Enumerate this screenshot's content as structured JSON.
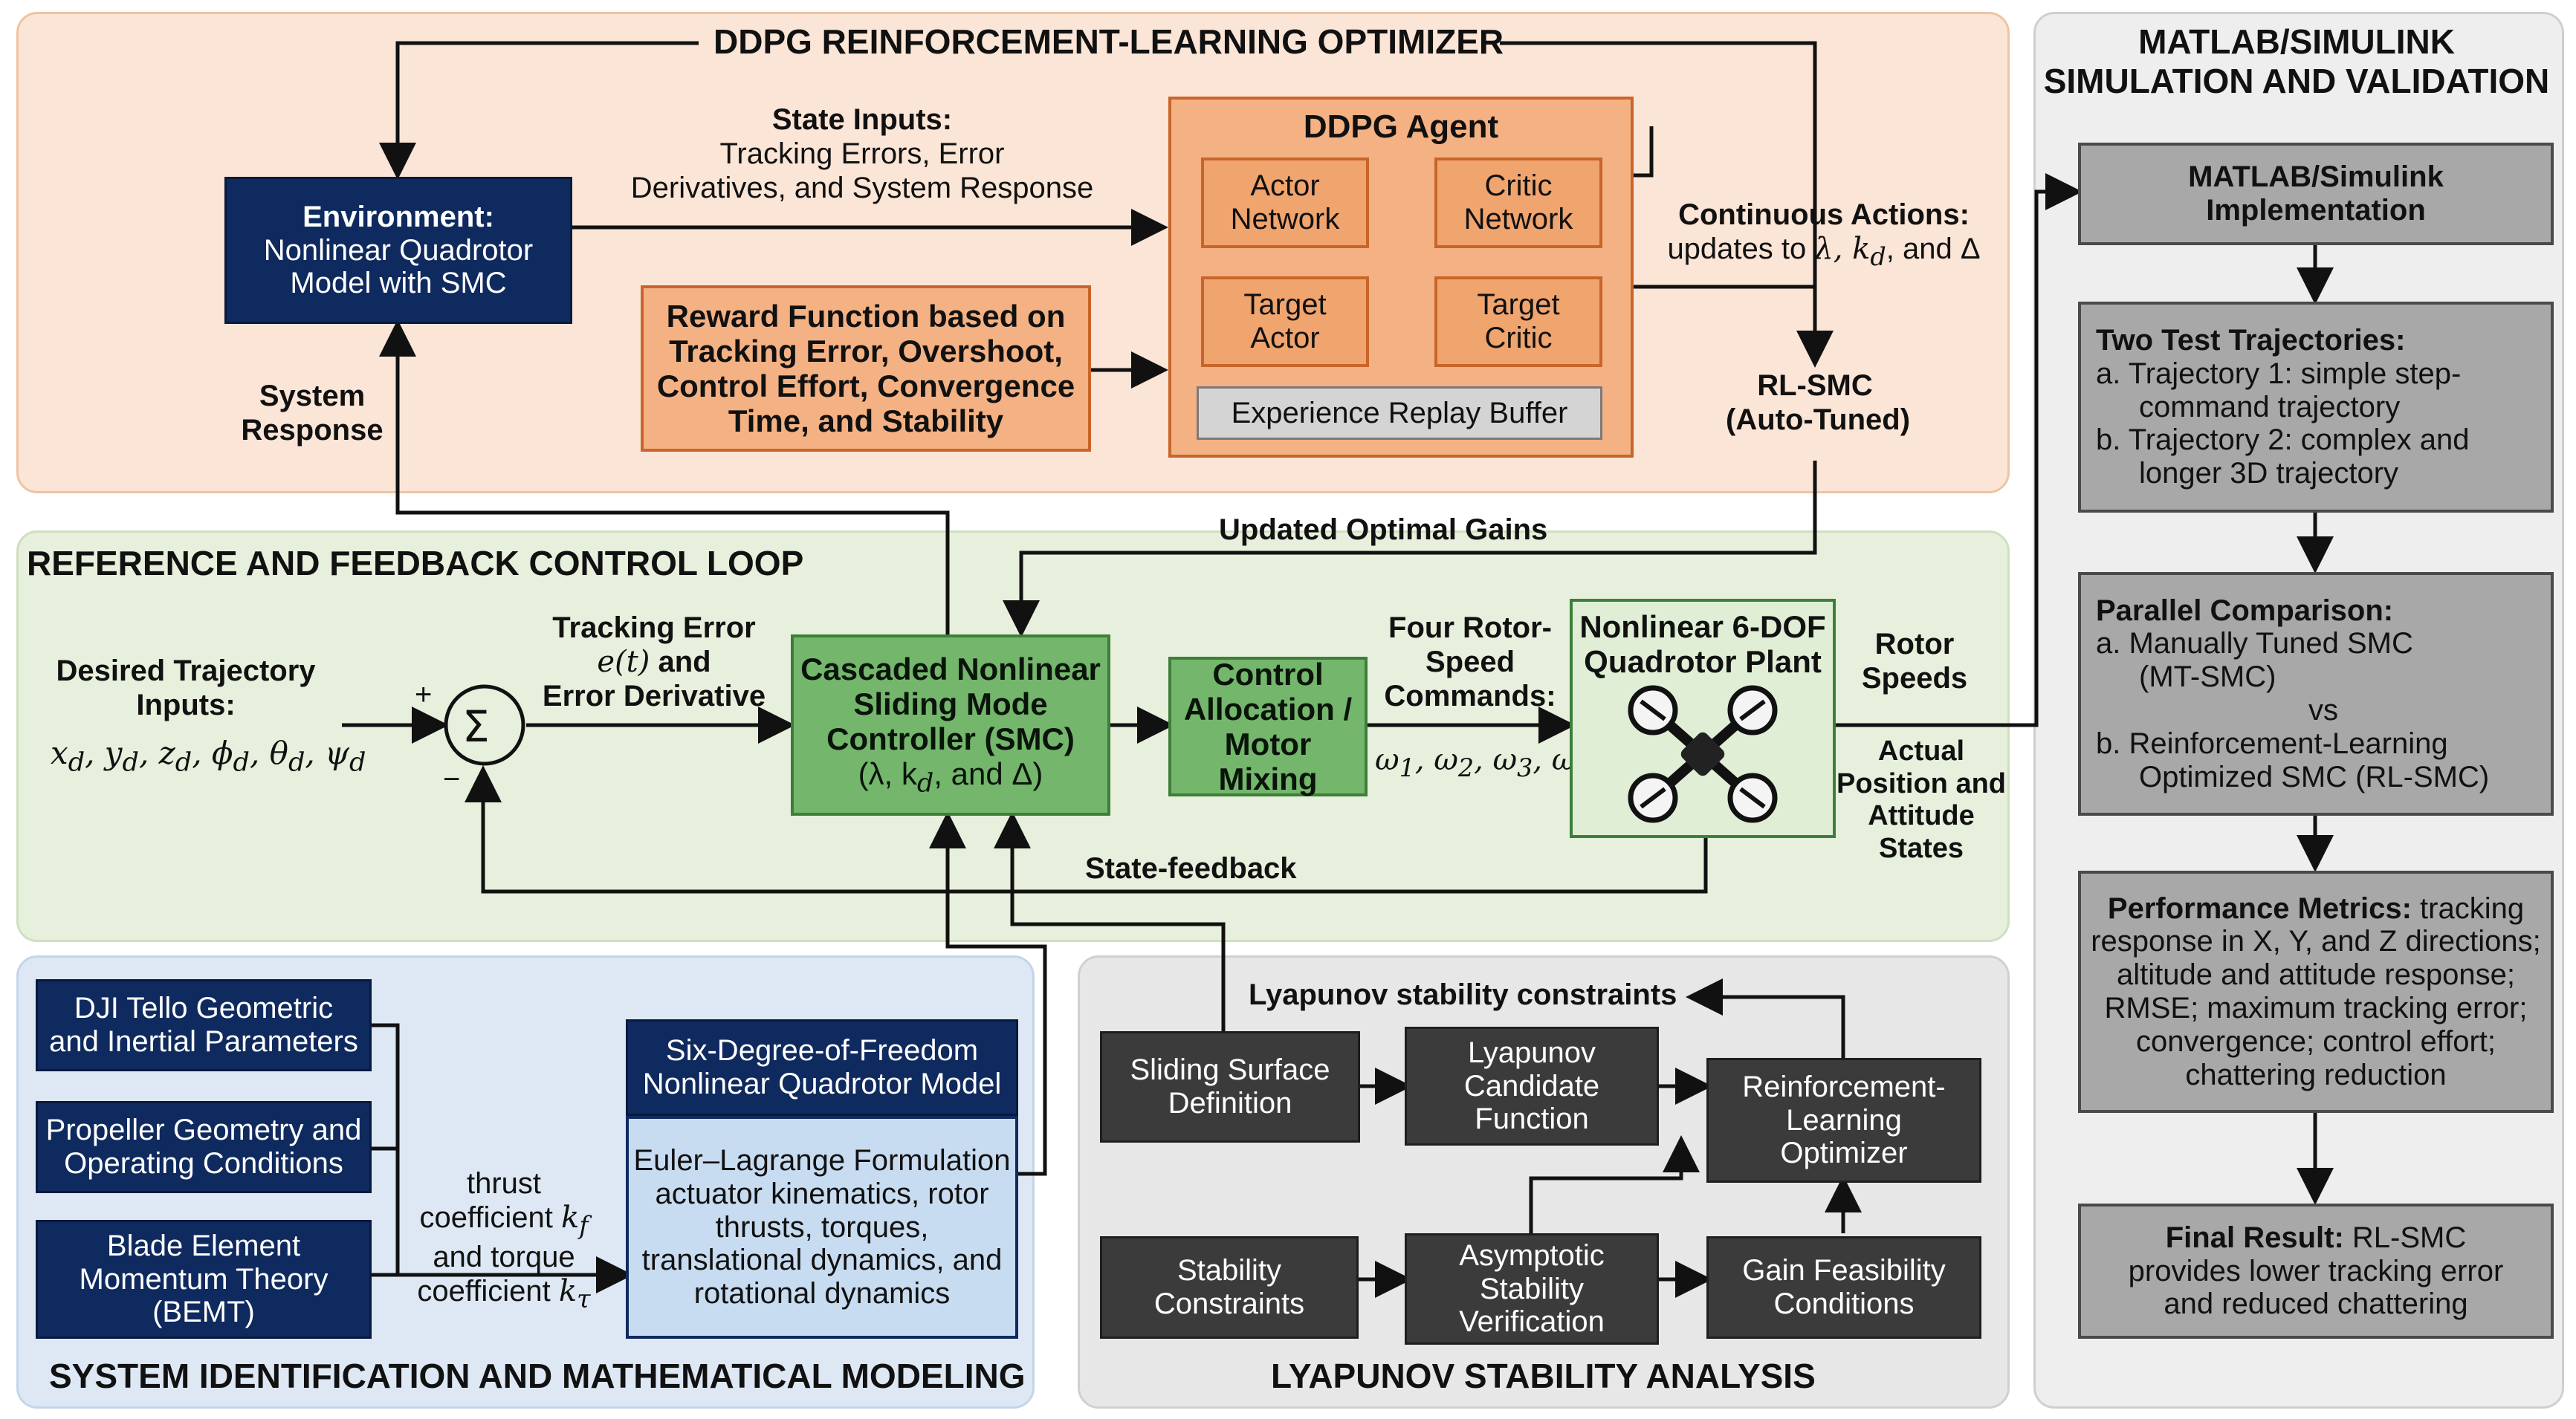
{
  "panels": {
    "ddpg_title": "DDPG REINFORCEMENT-LEARNING OPTIMIZER",
    "control_loop_title": "REFERENCE AND FEEDBACK CONTROL LOOP",
    "sysid_title": "SYSTEM IDENTIFICATION AND MATHEMATICAL MODELING",
    "lyapunov_title": "LYAPUNOV STABILITY ANALYSIS",
    "matlab_title_1": "MATLAB/SIMULINK",
    "matlab_title_2": "SIMULATION AND VALIDATION"
  },
  "ddpg": {
    "environment": {
      "l1": "Environment:",
      "l2": "Nonlinear Quadrotor",
      "l3": "Model with SMC"
    },
    "state_inputs": {
      "l1": "State Inputs:",
      "l2": "Tracking Errors, Error",
      "l3": "Derivatives, and System Response"
    },
    "reward": {
      "l1": "Reward Function based on",
      "l2": "Tracking Error, Overshoot,",
      "l3": "Control Effort, Convergence",
      "l4": "Time, and Stability"
    },
    "agent_title": "DDPG Agent",
    "actor": {
      "l1": "Actor",
      "l2": "Network"
    },
    "critic": {
      "l1": "Critic",
      "l2": "Network"
    },
    "target_actor": {
      "l1": "Target",
      "l2": "Actor"
    },
    "target_critic": {
      "l1": "Target",
      "l2": "Critic"
    },
    "replay": "Experience Replay Buffer",
    "system_response": {
      "l1": "System",
      "l2": "Response"
    },
    "continuous": {
      "l1": "Continuous Actions:",
      "l2": "updates to",
      "l2math": "λ, k",
      "l2sub": "d",
      "l2end": ", and Δ"
    },
    "rlsmc": {
      "l1": "RL-SMC",
      "l2": "(Auto-Tuned)"
    }
  },
  "loop": {
    "updated_gains": "Updated Optimal Gains",
    "desired": {
      "l1": "Desired Trajectory",
      "l2": "Inputs:"
    },
    "sum_symbol": "Σ",
    "plus": "+",
    "minus": "−",
    "tracking_error": {
      "l1": "Tracking Error",
      "l2math": "e(t)",
      "l2": " and",
      "l3": "Error Derivative"
    },
    "smc": {
      "l1": "Cascaded Nonlinear",
      "l2": "Sliding Mode",
      "l3": "Controller (SMC)",
      "l4": "(λ, k",
      "l4sub": "d",
      "l4end": ", and Δ)"
    },
    "allocation": {
      "l1": "Control",
      "l2": "Allocation /",
      "l3": "Motor Mixing"
    },
    "rotor_cmd": {
      "l1": "Four Rotor-",
      "l2": "Speed",
      "l3": "Commands:"
    },
    "plant": {
      "l1": "Nonlinear 6-DOF",
      "l2": "Quadrotor Plant"
    },
    "rotor_speeds": {
      "l1": "Rotor",
      "l2": "Speeds"
    },
    "actual": {
      "l1": "Actual",
      "l2": "Position and",
      "l3": "Attitude",
      "l4": "States"
    },
    "state_feedback": "State-feedback"
  },
  "sysid": {
    "tello": {
      "l1": "DJI Tello Geometric",
      "l2": "and Inertial Parameters"
    },
    "propeller": {
      "l1": "Propeller Geometry and",
      "l2": "Operating Conditions"
    },
    "bemt": {
      "l1": "Blade Element",
      "l2": "Momentum Theory",
      "l3": "(BEMT)"
    },
    "thrust": {
      "l1": "thrust",
      "l2": "coefficient",
      "l2sub": "f",
      "l3": "and torque",
      "l4": "coefficient",
      "l4sub": "τ"
    },
    "model_head": {
      "l1": "Six-Degree-of-Freedom",
      "l2": "Nonlinear Quadrotor Model"
    },
    "model_body": {
      "l1": "Euler–Lagrange Formulation",
      "l2": "actuator kinematics, rotor",
      "l3": "thrusts, torques,",
      "l4": "translational dynamics, and",
      "l5": "rotational dynamics"
    }
  },
  "lyapunov": {
    "constraints_label": "Lyapunov stability constraints",
    "sliding": {
      "l1": "Sliding Surface",
      "l2": "Definition"
    },
    "candidate": {
      "l1": "Lyapunov",
      "l2": "Candidate",
      "l3": "Function"
    },
    "rl_opt": {
      "l1": "Reinforcement-",
      "l2": "Learning",
      "l3": "Optimizer"
    },
    "stab_constraints": {
      "l1": "Stability",
      "l2": "Constraints"
    },
    "asymptotic": {
      "l1": "Asymptotic",
      "l2": "Stability",
      "l3": "Verification"
    },
    "feasibility": {
      "l1": "Gain Feasibility",
      "l2": "Conditions"
    }
  },
  "matlab": {
    "impl": {
      "l1": "MATLAB/Simulink",
      "l2": "Implementation"
    },
    "trajectories": {
      "head": "Two Test Trajectories:",
      "a1": "a.  Trajectory 1: simple step-",
      "a2": "command trajectory",
      "b1": "b.  Trajectory 2: complex and",
      "b2": "longer 3D trajectory"
    },
    "comparison": {
      "head": "Parallel Comparison:",
      "a1": "a.  Manually Tuned SMC",
      "a2": "(MT-SMC)",
      "vs": "vs",
      "b1": "b.  Reinforcement-Learning",
      "b2": "Optimized SMC (RL-SMC)"
    },
    "metrics": {
      "head": "Performance Metrics:",
      "t1": " tracking",
      "l2": "response in X, Y, and Z directions;",
      "l3": "altitude and attitude response;",
      "l4": "RMSE; maximum tracking error;",
      "l5": "convergence; control effort;",
      "l6": "chattering reduction"
    },
    "final": {
      "head": "Final Result:",
      "t1": " RL-SMC",
      "l2": "provides lower tracking error",
      "l3": "and reduced chattering"
    }
  },
  "colors": {
    "ddpg_bg": "#fbe5d6",
    "loop_bg": "#e6f0dc",
    "sysid_bg": "#dde8f4",
    "lyap_bg": "#e7e7e7",
    "matlab_bg": "#eeeeee",
    "navy": "#0f2a5e",
    "orange": "#f4b183",
    "green": "#73b66c"
  },
  "icons": {
    "drone": "quadrotor-drone-icon",
    "sum": "summing-junction-icon"
  }
}
